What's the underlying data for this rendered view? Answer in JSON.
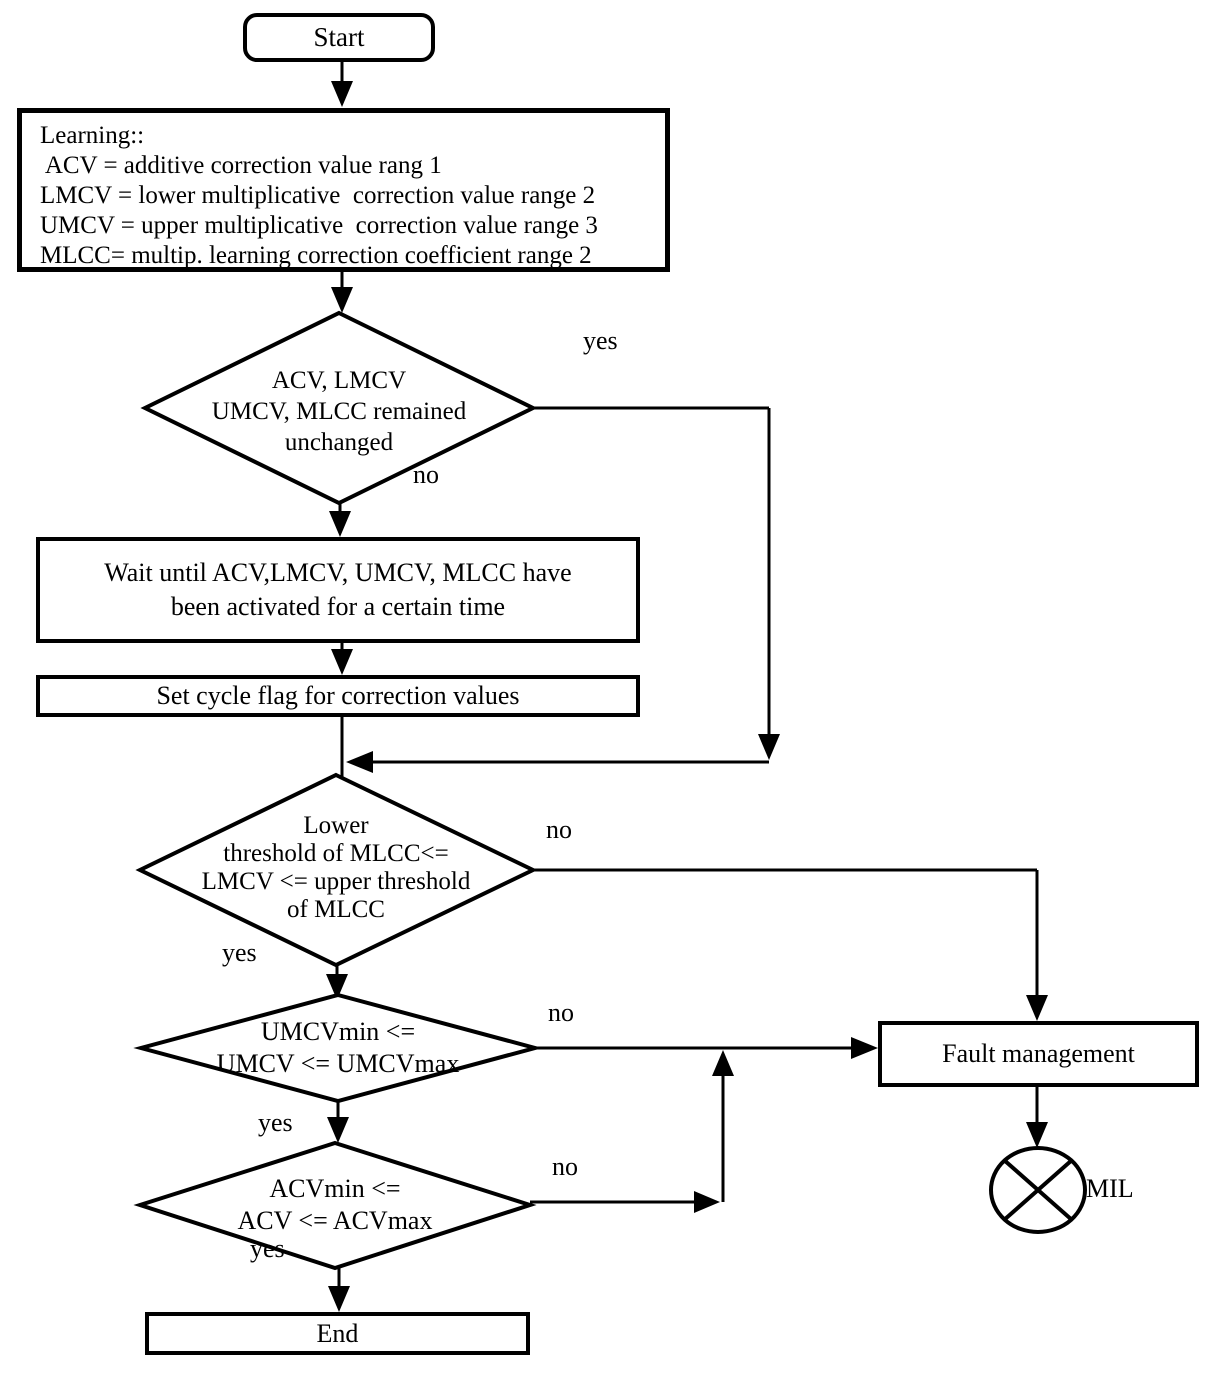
{
  "title": "Learning correction values diagnostic flowchart",
  "colors": {
    "line": "#000000",
    "background": "#ffffff"
  },
  "nodes": {
    "start": {
      "label": "Start"
    },
    "learning": {
      "lines": [
        "Learning::",
        " ACV = additive correction value rang 1",
        "LMCV = lower multiplicative  correction value range 2",
        "UMCV = upper multiplicative  correction value range 3",
        "MLCC= multip. learning correction coefficient range 2"
      ]
    },
    "decision1": {
      "lines": [
        "ACV, LMCV",
        "UMCV, MLCC remained",
        "unchanged"
      ]
    },
    "wait": {
      "lines": [
        "Wait until ACV,LMCV, UMCV, MLCC have",
        "been activated for a certain time"
      ]
    },
    "set_cycle_flag": {
      "label": "Set cycle flag for correction values"
    },
    "decision2": {
      "lines": [
        "Lower",
        "threshold of MLCC<=",
        "LMCV <= upper threshold",
        "of MLCC"
      ]
    },
    "decision3": {
      "lines": [
        "UMCVmin <=",
        "UMCV <= UMCVmax"
      ]
    },
    "decision4": {
      "lines": [
        "ACVmin <=",
        "ACV <= ACVmax"
      ]
    },
    "fault_management": {
      "label": "Fault management"
    },
    "mil": {
      "label": "MIL"
    },
    "end": {
      "label": "End"
    }
  },
  "edge_labels": {
    "d1_yes": "yes",
    "d1_no": "no",
    "d2_no": "no",
    "d2_yes": "yes",
    "d3_no": "no",
    "d3_yes": "yes",
    "d4_no": "no",
    "d4_yes": "yes"
  }
}
